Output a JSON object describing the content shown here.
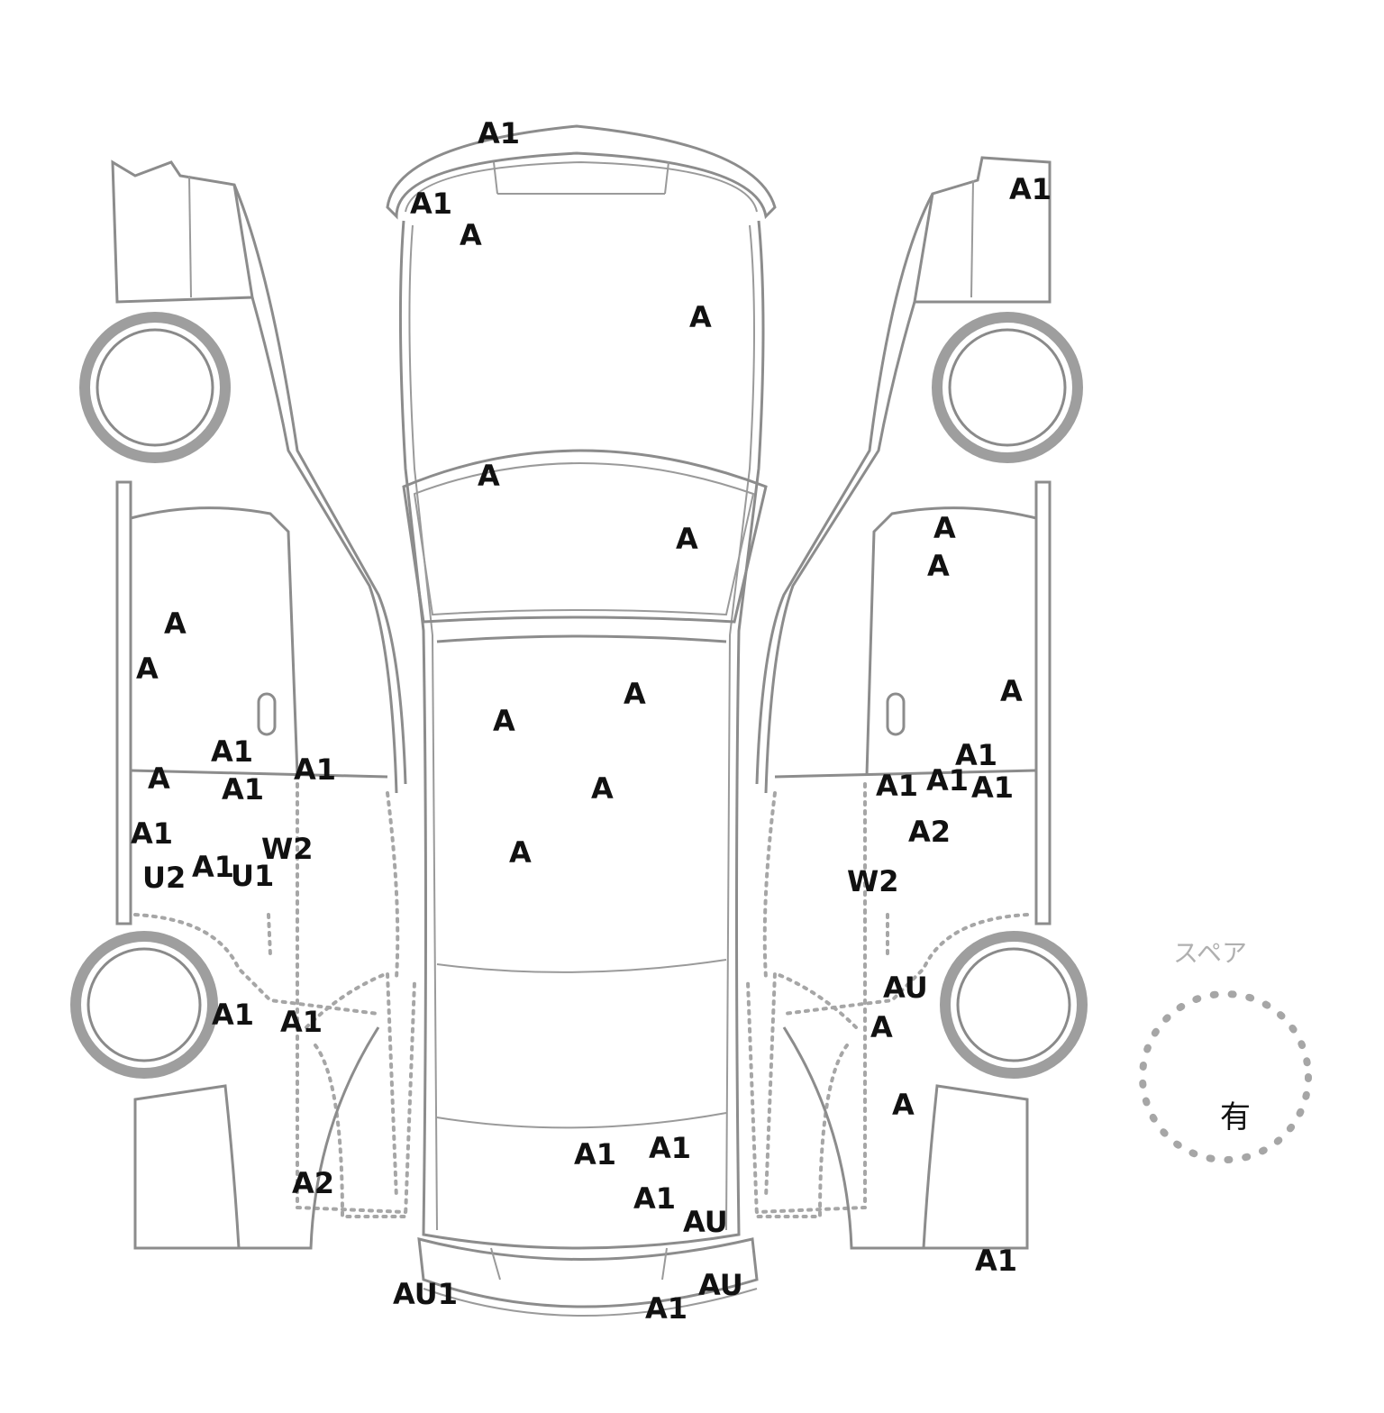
{
  "diagram": {
    "marks": {
      "front_bumper_top": "A1",
      "front_bumper_left": "A1",
      "hood_left": "A",
      "hood_right": "A",
      "windshield_left": "A",
      "windshield_right": "A",
      "roof_upper_right": "A",
      "roof_left": "A",
      "roof_center": "A",
      "roof_lower_left": "A",
      "rear_deck_a1_left": "A1",
      "rear_deck_a1_right": "A1",
      "rear_deck_a1_low": "A1",
      "rear_deck_au": "AU",
      "rear_bumper_au1": "AU1",
      "rear_bumper_a1": "A1",
      "rear_bumper_au": "AU",
      "left_front_door_a_1": "A",
      "left_front_door_a_2": "A",
      "left_front_door_a_3": "A",
      "left_belt_a1_1": "A1",
      "left_belt_a1_2": "A1",
      "left_belt_a1_3": "A1",
      "left_rocker_a1": "A1",
      "left_u2": "U2",
      "left_a1_small": "A1",
      "left_u1": "U1",
      "left_w2": "W2",
      "left_rear_wheel_a1": "A1",
      "left_rear_a1": "A1",
      "left_rear_a2": "A2",
      "right_front_a1": "A1",
      "right_door_a_1": "A",
      "right_door_a_2": "A",
      "right_door_a_3": "A",
      "right_belt_a1_1": "A1",
      "right_belt_a1_2": "A1",
      "right_belt_a1_3": "A1",
      "right_belt_a1_4": "A1",
      "right_a2": "A2",
      "right_w2": "W2",
      "right_au": "AU",
      "right_rear_a_1": "A",
      "right_rear_a_2": "A",
      "right_rear_a1": "A1"
    },
    "spare": {
      "label": "スペア",
      "value": "有"
    }
  }
}
